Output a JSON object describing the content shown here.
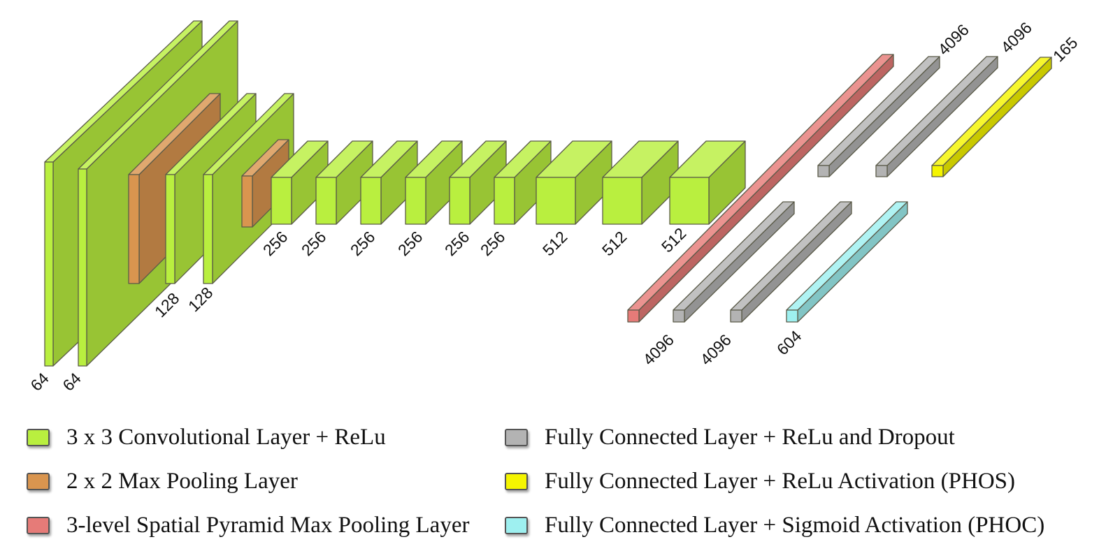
{
  "colors": {
    "conv": "#b9ef3f",
    "pool": "#d9954f",
    "spp": "#e67b78",
    "fc_relu_dropout": "#b3b3b3",
    "fc_phos": "#f5f500",
    "fc_phoc": "#9ef0f0"
  },
  "layers": [
    {
      "type": "conv",
      "label": "64"
    },
    {
      "type": "conv",
      "label": "64"
    },
    {
      "type": "pool",
      "label": ""
    },
    {
      "type": "conv",
      "label": "128"
    },
    {
      "type": "conv",
      "label": "128"
    },
    {
      "type": "pool",
      "label": ""
    },
    {
      "type": "conv",
      "label": "256"
    },
    {
      "type": "conv",
      "label": "256"
    },
    {
      "type": "conv",
      "label": "256"
    },
    {
      "type": "conv",
      "label": "256"
    },
    {
      "type": "conv",
      "label": "256"
    },
    {
      "type": "conv",
      "label": "256"
    },
    {
      "type": "conv",
      "label": "512"
    },
    {
      "type": "conv",
      "label": "512"
    },
    {
      "type": "conv",
      "label": "512"
    },
    {
      "type": "spp",
      "label": ""
    },
    {
      "type": "fc_relu_dropout",
      "label": "4096"
    },
    {
      "type": "fc_relu_dropout",
      "label": "4096"
    },
    {
      "type": "fc_phos",
      "label": "165"
    },
    {
      "type": "fc_relu_dropout",
      "label": "4096"
    },
    {
      "type": "fc_relu_dropout",
      "label": "4096"
    },
    {
      "type": "fc_phoc",
      "label": "604"
    }
  ],
  "legend": {
    "conv": "3 x 3 Convolutional Layer + ReLu",
    "pool": "2 x 2 Max Pooling Layer",
    "spp": "3-level Spatial Pyramid Max Pooling Layer",
    "fc_relu_dropout": "Fully Connected Layer + ReLu and Dropout",
    "fc_phos": "Fully Connected Layer + ReLu Activation (PHOS)",
    "fc_phoc": "Fully Connected Layer + Sigmoid Activation (PHOC)"
  }
}
